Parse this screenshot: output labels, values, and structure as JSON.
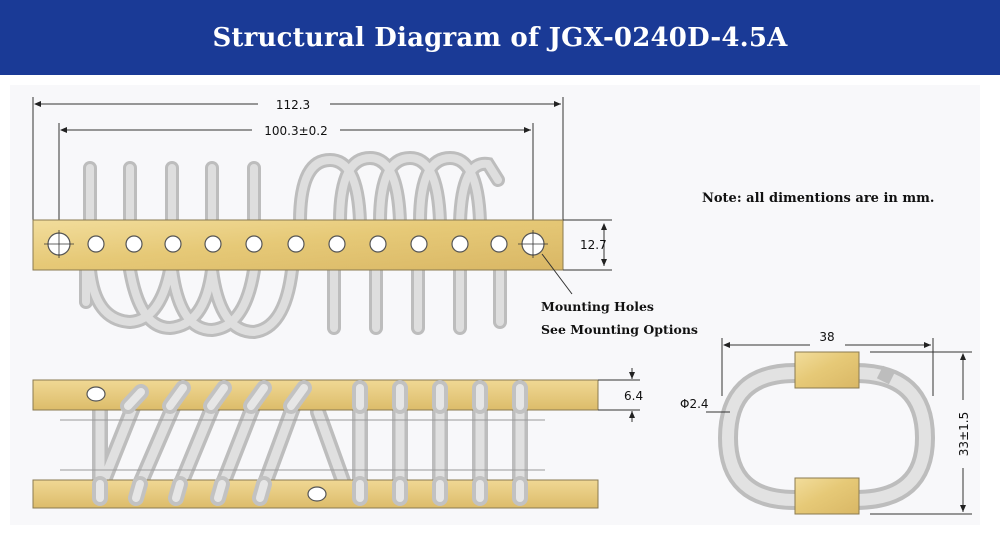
{
  "title": "Structural Diagram of JGX-0240D-4.5A",
  "note": "Note: all dimentions are in mm.",
  "mounting": {
    "line1": "Mounting Holes",
    "line2": "See Mounting Options"
  },
  "dimensions": {
    "overall_length": "112.3",
    "hole_spacing": "100.3±0.2",
    "bar_height_top": "12.7",
    "bar_height_side": "6.4",
    "cable_diameter": "Φ2.4",
    "width": "38",
    "height": "33±1.5"
  },
  "colors": {
    "header_bg": "#1a3a96",
    "bar_gold": "#e8cf84",
    "cable_gray": "#d6d6d6"
  }
}
